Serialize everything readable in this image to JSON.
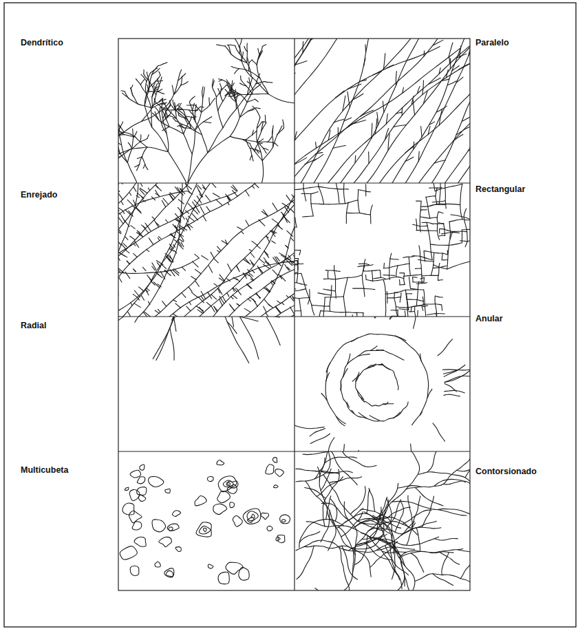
{
  "diagram": {
    "labels": [
      "Dendrítico",
      "Paralelo",
      "Enrejado",
      "Rectangular",
      "Radial",
      "Anular",
      "Multicubeta",
      "Contorsionado"
    ]
  }
}
